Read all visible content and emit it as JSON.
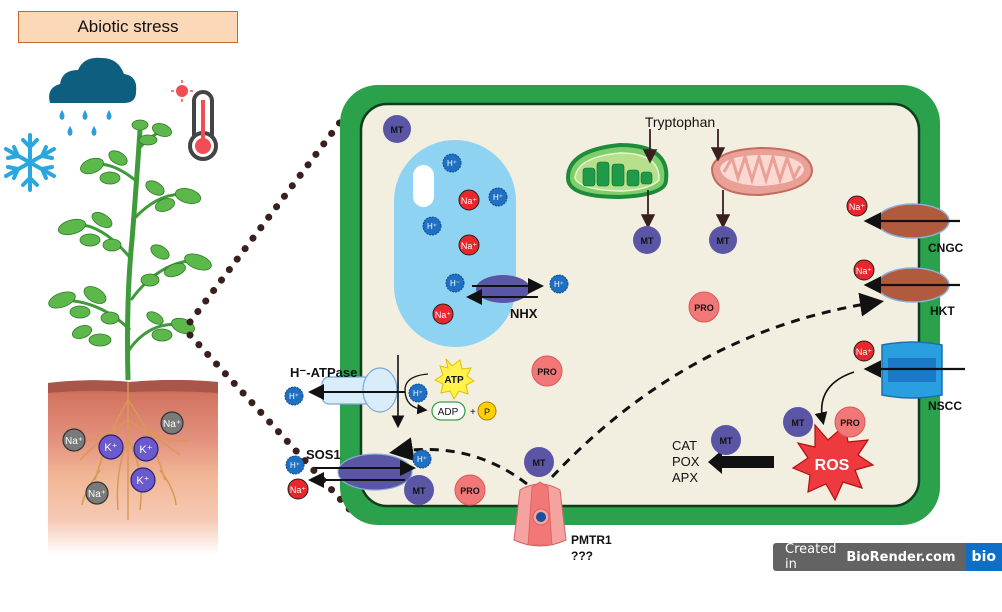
{
  "title": "Abiotic stress",
  "stress_icons": [
    "rain-cloud",
    "snowflake",
    "heat-thermometer"
  ],
  "soil_ions": {
    "sodium": "Na⁺",
    "potassium": "K⁺"
  },
  "cell": {
    "labels": {
      "tryptophan": "Tryptophan",
      "nhx": "NHX",
      "h_atpase": "H⁻-ATPase",
      "sos1": "SOS1",
      "cngc": "CNGC",
      "hkt": "HKT",
      "nscc": "NSCC",
      "pmtr1": "PMTR1",
      "pmtr1_status": "???",
      "ros": "ROS",
      "atp": "ATP",
      "adp": "ADP",
      "plus": "+",
      "phosphate": "P",
      "enzymes": [
        "CAT",
        "POX",
        "APX"
      ]
    },
    "molecules": {
      "melatonin": "MT",
      "proline": "PRO",
      "sodium": "Na⁺",
      "proton": "H⁺",
      "proton_alt": "H⁻"
    }
  },
  "colors": {
    "cell_wall": "#2aa14a",
    "cytoplasm": "#f3efe0",
    "vacuole": "#8fd3f3",
    "melatonin": "#5a55a5",
    "proline": "#f27878",
    "sodium": "#e8262b",
    "proton": "#1f6fc3",
    "soil_potassium": "#6a5acd",
    "soil_sodium": "#7a7a7a"
  },
  "watermark": {
    "prefix": "Created in",
    "brand": "BioRender.com",
    "logo": "bio"
  }
}
